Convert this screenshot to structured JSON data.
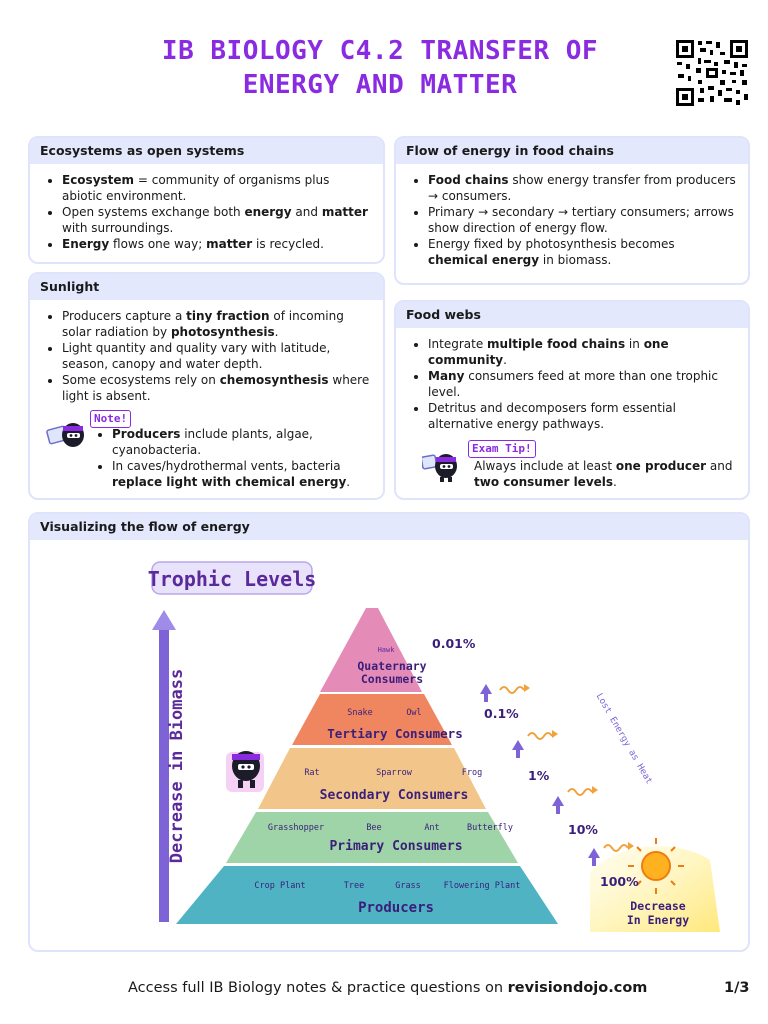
{
  "header": {
    "title_line1": "IB BIOLOGY C4.2 TRANSFER OF",
    "title_line2": "ENERGY AND MATTER"
  },
  "cards": {
    "ecosystems": {
      "heading": "Ecosystems as open systems",
      "b1_bold": "Ecosystem",
      "b1_rest": " = community of organisms plus abiotic environment.",
      "b2_pre": "Open systems exchange both ",
      "b2_bold1": "energy",
      "b2_mid": " and ",
      "b2_bold2": "matter",
      "b2_post": " with surroundings.",
      "b3_bold1": "Energy",
      "b3_mid": " flows one way; ",
      "b3_bold2": "matter",
      "b3_post": " is recycled."
    },
    "flow": {
      "heading": "Flow of energy in food chains",
      "b1_bold": "Food chains",
      "b1_rest": " show energy transfer from producers → consumers.",
      "b2": "Primary → secondary → tertiary consumers; arrows show direction of energy flow.",
      "b3_pre": "Energy fixed by photosynthesis becomes ",
      "b3_bold": "chemical energy",
      "b3_post": " in biomass."
    },
    "sunlight": {
      "heading": "Sunlight",
      "b1_pre": "Producers capture a ",
      "b1_bold1": "tiny fraction",
      "b1_mid": " of incoming solar radiation by ",
      "b1_bold2": "photosynthesis",
      "b1_post": ".",
      "b2": "Light quantity and quality vary with latitude, season, canopy and water depth.",
      "b3_pre": "Some ecosystems rely on ",
      "b3_bold": "chemosynthesis",
      "b3_post": " where light is absent.",
      "note_tag": "Note!",
      "n1_bold": "Producers",
      "n1_rest": " include plants, algae, cyanobacteria.",
      "n2_pre": "In caves/hydrothermal vents, bacteria ",
      "n2_bold": "replace light with chemical energy",
      "n2_post": "."
    },
    "webs": {
      "heading": "Food webs",
      "b1_pre": "Integrate ",
      "b1_bold1": "multiple food chains",
      "b1_mid": " in ",
      "b1_bold2": "one community",
      "b1_post": ".",
      "b2_bold": "Many",
      "b2_rest": " consumers feed at more than one trophic level.",
      "b3": "Detritus and decomposers form essential alternative energy pathways.",
      "tip_tag": "Exam Tip!",
      "tip_pre": "Always include at least ",
      "tip_bold1": "one producer",
      "tip_mid": " and ",
      "tip_bold2": "two consumer levels",
      "tip_post": "."
    },
    "visual": {
      "heading": "Visualizing the flow of energy"
    }
  },
  "diagram": {
    "title": "Trophic Levels",
    "axis_label": "Decrease in Biomass",
    "lost_label": "Lost Energy as Heat",
    "decrease_line1": "Decrease",
    "decrease_line2": "In Energy",
    "levels": [
      {
        "name_line1": "Quaternary",
        "name_line2": "Consumers",
        "organisms": [
          "Hawk"
        ],
        "percent": "0.01%",
        "color": "#e58bb8"
      },
      {
        "name_line1": "Tertiary Consumers",
        "name_line2": "",
        "organisms": [
          "Snake",
          "Owl"
        ],
        "percent": "0.1%",
        "color": "#f08660"
      },
      {
        "name_line1": "Secondary Consumers",
        "name_line2": "",
        "organisms": [
          "Rat",
          "Sparrow",
          "Frog"
        ],
        "percent": "1%",
        "color": "#f2c68a"
      },
      {
        "name_line1": "Primary Consumers",
        "name_line2": "",
        "organisms": [
          "Grasshopper",
          "Bee",
          "Ant",
          "Butterfly"
        ],
        "percent": "10%",
        "color": "#9fd3a8"
      },
      {
        "name_line1": "Producers",
        "name_line2": "",
        "organisms": [
          "Crop Plant",
          "Tree",
          "Grass",
          "Flowering Plant"
        ],
        "percent": "100%",
        "color": "#4fb3c4"
      }
    ],
    "colors": {
      "accent": "#8a2be2",
      "title_text": "#5b2a9a",
      "label_text": "#3a1f7a"
    }
  },
  "footer": {
    "text_pre": "Access full IB Biology notes & practice questions on ",
    "text_bold": "revisiondojo.com",
    "page": "1/3"
  }
}
